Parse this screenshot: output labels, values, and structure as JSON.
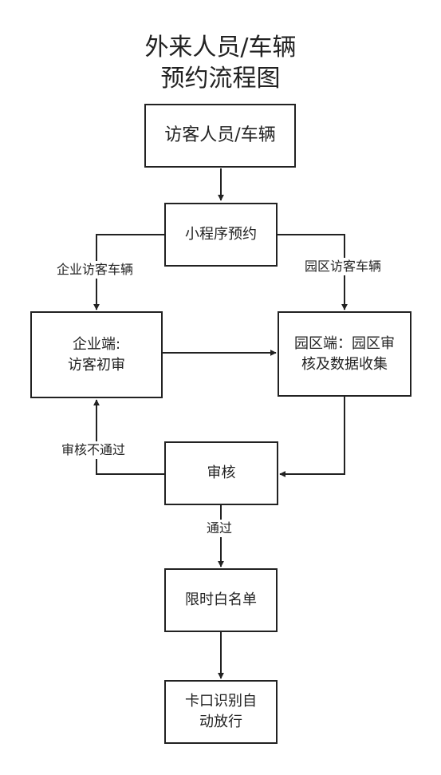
{
  "title": {
    "line1": "外来人员/车辆",
    "line2": "预约流程图"
  },
  "nodes": {
    "visitor": "访客人员/车辆",
    "miniprogram": "小程序预约",
    "enterprise": {
      "line1": "企业端:",
      "line2": "访客初审"
    },
    "park": {
      "line1": "园区端：园区审",
      "line2": "核及数据收集"
    },
    "review": "审核",
    "whitelist": "限时白名单",
    "gate": {
      "line1": "卡口识别自",
      "line2": "动放行"
    }
  },
  "edge_labels": {
    "enterprise_vehicle": "企业访客车辆",
    "park_vehicle": "园区访客车辆",
    "rejected": "审核不通过",
    "passed": "通过"
  },
  "colors": {
    "stroke": "#222222",
    "background": "#ffffff"
  }
}
